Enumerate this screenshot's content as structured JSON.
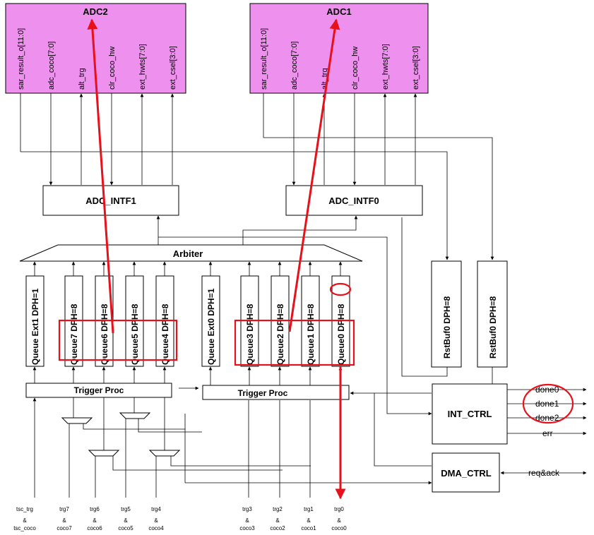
{
  "adc_blocks": [
    {
      "name": "ADC2",
      "ports": [
        "sar_result_o[11:0]",
        "adc_coco[7:0]",
        "alt_trg",
        "clr_coco_hw",
        "ext_hwts[7:0]",
        "ext_csel[3:0]"
      ]
    },
    {
      "name": "ADC1",
      "ports": [
        "sar_result_o[11:0]",
        "adc_coco[7:0]",
        "alt_trg",
        "clr_coco_hw",
        "ext_hwts[7:0]",
        "ext_csel[3:0]"
      ]
    }
  ],
  "interfaces": [
    "ADC_INTF1",
    "ADC_INTF0"
  ],
  "arbiter": "Arbiter",
  "queues_left": [
    "Queue Ext1 DPH=1",
    "Queue7 DPH=8",
    "Queue6 DPH=8",
    "Queue5 DPH=8",
    "Queue4 DPH=8"
  ],
  "queues_right": [
    "Queue Ext0 DPH=1",
    "Queue3 DPH=8",
    "Queue2 DPH=8",
    "Queue1 DPH=8",
    "Queue0 DPH=8"
  ],
  "rst_bufs": [
    "RstBuf0 DPH=8",
    "RstBuf0 DPH=8"
  ],
  "trigger_proc": [
    "Trigger Proc",
    "Trigger Proc"
  ],
  "int_ctrl": "INT_CTRL",
  "dma_ctrl": "DMA_CTRL",
  "outputs": [
    "done0",
    "done1",
    "done2",
    "err"
  ],
  "req_ack": "req&ack",
  "inputs": [
    {
      "trg": "tsc_trg",
      "amp": "&",
      "coco": "tsc_coco"
    },
    {
      "trg": "trg7",
      "amp": "&",
      "coco": "coco7"
    },
    {
      "trg": "trg6",
      "amp": "&",
      "coco": "coco6"
    },
    {
      "trg": "trg5",
      "amp": "&",
      "coco": "coco5"
    },
    {
      "trg": "trg4",
      "amp": "&",
      "coco": "coco4"
    },
    {
      "trg": "trg3",
      "amp": "&",
      "coco": "coco3"
    },
    {
      "trg": "trg2",
      "amp": "&",
      "coco": "coco2"
    },
    {
      "trg": "trg1",
      "amp": "&",
      "coco": "coco1"
    },
    {
      "trg": "trg0",
      "amp": "&",
      "coco": "coco0"
    }
  ],
  "colors": {
    "adc_fill": "#ee90ee",
    "highlight": "#e8101a"
  }
}
